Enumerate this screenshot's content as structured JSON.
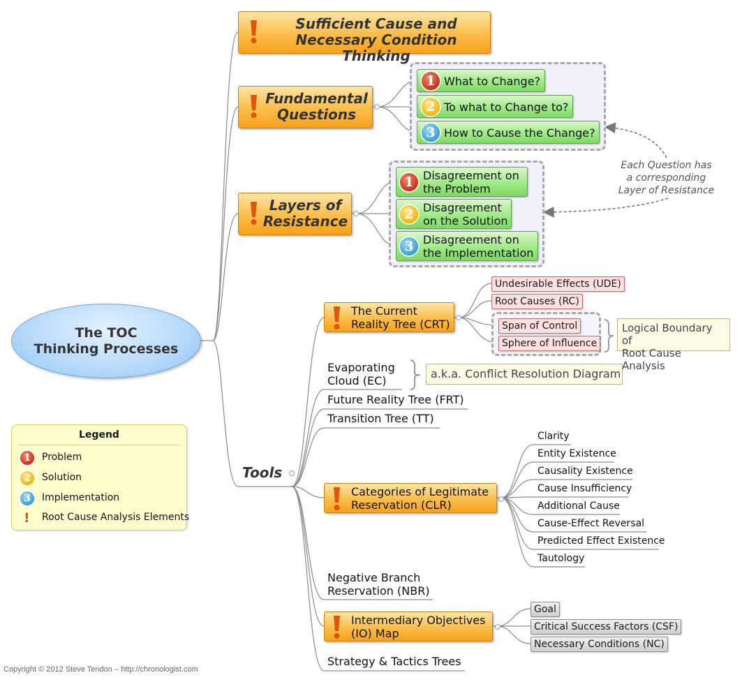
{
  "central": {
    "line1": "The TOC",
    "line2": "Thinking Processes"
  },
  "topics": {
    "sufficient": {
      "line1": "Sufficient Cause and",
      "line2": "Necessary Condition Thinking"
    },
    "fundamental": {
      "line1": "Fundamental",
      "line2": "Questions"
    },
    "layers": {
      "line1": "Layers of",
      "line2": "Resistance"
    },
    "tools": "Tools"
  },
  "questions": [
    {
      "num": "1",
      "label": "What to Change?"
    },
    {
      "num": "2",
      "label": "To what to Change to?"
    },
    {
      "num": "3",
      "label": "How to Cause the Change?"
    }
  ],
  "layers": [
    {
      "num": "1",
      "line1": "Disagreement on",
      "line2": "the Problem"
    },
    {
      "num": "2",
      "line1": "Disagreement",
      "line2": "on the Solution"
    },
    {
      "num": "3",
      "line1": "Disagreement on",
      "line2": "the Implementation"
    }
  ],
  "note": {
    "line1": "Each Question has",
    "line2": "a corresponding",
    "line3": "Layer of Resistance"
  },
  "crt": {
    "line1": "The Current",
    "line2": "Reality Tree (CRT)",
    "items": [
      "Undesirable Effects (UDE)",
      "Root Causes (RC)",
      "Span of Control",
      "Sphere of Influence"
    ],
    "boundary": {
      "line1": "Logical Boundary of",
      "line2": "Root Cause Analysis"
    }
  },
  "ec": {
    "line1": "Evaporating",
    "line2": "Cloud (EC)",
    "aka": "a.k.a. Conflict Resolution Diagram"
  },
  "frt": "Future Reality Tree (FRT)",
  "tt": "Transition Tree (TT)",
  "clr": {
    "line1": "Categories of Legitimate",
    "line2": "Reservation (CLR)",
    "items": [
      "Clarity",
      "Entity Existence",
      "Causality Existence",
      "Cause Insufficiency",
      "Additional Cause",
      "Cause-Effect Reversal",
      "Predicted Effect Existence",
      "Tautology"
    ]
  },
  "nbr": {
    "line1": "Negative Branch",
    "line2": "Reservation (NBR)"
  },
  "io": {
    "line1": "Intermediary Objectives",
    "line2": "(IO) Map",
    "items": [
      "Goal",
      "Critical Success Factors (CSF)",
      "Necessary Conditions (NC)"
    ]
  },
  "stt": "Strategy & Tactics Trees",
  "legend": {
    "title": "Legend",
    "items": [
      {
        "num": "1",
        "label": "Problem"
      },
      {
        "num": "2",
        "label": "Solution"
      },
      {
        "num": "3",
        "label": "Implementation"
      },
      {
        "num": "!",
        "label": "Root Cause Analysis Elements"
      }
    ]
  },
  "footer": "Copyright © 2012 Steve Tendon – http://chronologist.com",
  "colors": {
    "topic": "#fbbd4a",
    "problem": "#c8321c",
    "solution": "#f2b80a",
    "implementation": "#3b9fce",
    "green": "#9be882",
    "pink": "#fde0e0"
  }
}
